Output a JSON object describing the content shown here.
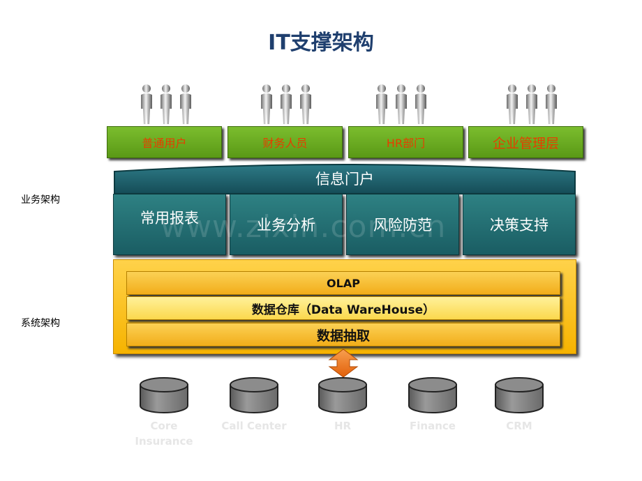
{
  "title": "IT支撑架构",
  "side_labels": {
    "business": "业务架构",
    "system": "系统架构"
  },
  "users": [
    {
      "label": "普通用户"
    },
    {
      "label": "财务人员"
    },
    {
      "label": "HR部门"
    },
    {
      "label": "企业管理层"
    }
  ],
  "portal": {
    "label": "信息门户"
  },
  "business_modules": [
    "常用报表",
    "业务分析",
    "风险防范",
    "决策支持"
  ],
  "watermark": "www.zixin.com.cn",
  "system_layers": [
    "OLAP",
    "数据仓库（Data WareHouse）",
    "数据抽取"
  ],
  "sources": [
    "Core Insurance",
    "Call Center",
    "HR",
    "Finance",
    "CRM"
  ],
  "colors": {
    "title": "#1f3f6e",
    "user_box": "#6aab1f",
    "user_text": "#e63d00",
    "portal": "#1e5f6b",
    "business": "#237075",
    "system_frame": "#f9bd14",
    "layer_olap": "#f6b82a",
    "layer_dw": "#fde06a",
    "layer_etl": "#f6b82a",
    "arrow": "#f07a1a",
    "database": "#8a8a8a"
  },
  "icons": {
    "user": "person-silhouette-icon",
    "database": "database-cylinder-icon",
    "arrow": "double-arrow-icon"
  }
}
